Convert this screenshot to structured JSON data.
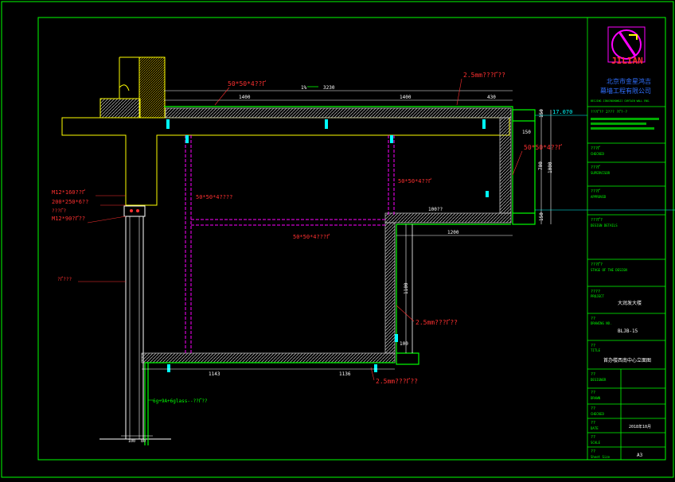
{
  "colors": {
    "background": "#000000",
    "frame": "#00ff00",
    "wall_outline": "#ffff00",
    "structure": "#ff00ff",
    "dimension": "#ffffff",
    "label_red": "#ff3030",
    "label_green": "#00ff00",
    "label_yellow": "#ffff00",
    "title_blue": "#3070ff",
    "accent_cyan": "#00ffff"
  },
  "drawing": {
    "labels": {
      "steel_top": "50*50*4??Ґ",
      "slope": "1%",
      "sheet_top": "2.5mm???Ґ??",
      "steel_left_vertical": "50*50*4????",
      "steel_center_vertical": "50*50*4??Ґ",
      "steel_right": "50*50*4??Ґ",
      "steel_horizontal": "50*50*4???Ґ",
      "bolt_1": "M12*160??Ґ",
      "bolt_2": "200*250*6??",
      "bolt_3": "???Ґ?",
      "bolt_4": "M12*90?Ґ??",
      "column": "?Ґ???",
      "step_label": "100??",
      "sheet_right": "2.5mm???Ґ??",
      "sheet_bottom": "2.5mm???Ґ??",
      "glass": "6g+9A+6glass--??Ґ??",
      "elevation": "17.070"
    },
    "dimensions": {
      "top_1": "1400",
      "top_2": "1400",
      "top_3": "430",
      "top_total": "3230",
      "right_1": "150",
      "right_2": "700",
      "right_3": "150",
      "right_total": "1000",
      "right_top_small": "150",
      "step_width": "1200",
      "vertical_1100": "1100",
      "vertical_100": "100",
      "bottom_1": "1143",
      "bottom_2": "1136",
      "bottom_left_1": "100",
      "bottom_left_2": "80"
    }
  },
  "title_block": {
    "company_line1": "北京市金星鸿吉",
    "company_line2": "幕墙工程有限公司",
    "company_en": "BEIJING JINXINGHONGJI CURTAIN WALL ENG.",
    "cert": "???Ґ?? 2??? ?Ґ?-?",
    "rows": [
      {
        "label": "???Ґ",
        "sub": "CHECKED",
        "value": ""
      },
      {
        "label": "???Ґ",
        "sub": "SUPERVISOR",
        "value": ""
      },
      {
        "label": "???Ґ",
        "sub": "APPROVED",
        "value": ""
      },
      {
        "label": "???Ґ?",
        "sub": "DESIGN DETAILS",
        "value": ""
      },
      {
        "label": "???Ґ?",
        "sub": "STAGE OF THE DESIGN",
        "value": ""
      },
      {
        "label": "????",
        "sub": "PROJECT",
        "value": "大润发大楼"
      },
      {
        "label": "??",
        "sub": "DRAWING NO.",
        "value": "BLJB-15"
      },
      {
        "label": "??",
        "sub": "TITLE",
        "value": "首办楼西南中心立面图"
      }
    ],
    "small_rows": [
      {
        "label": "??",
        "sub": "DESIGNER",
        "value": ""
      },
      {
        "label": "??",
        "sub": "DRAWN",
        "value": ""
      },
      {
        "label": "??",
        "sub": "CHECKED",
        "value": ""
      },
      {
        "label": "??",
        "sub": "DATE",
        "value": "2018年10月"
      },
      {
        "label": "??",
        "sub": "SCALE",
        "value": ""
      },
      {
        "label": "??",
        "sub": "Sheet Size",
        "value": "A3"
      }
    ],
    "logo_text": "JILIAN"
  }
}
